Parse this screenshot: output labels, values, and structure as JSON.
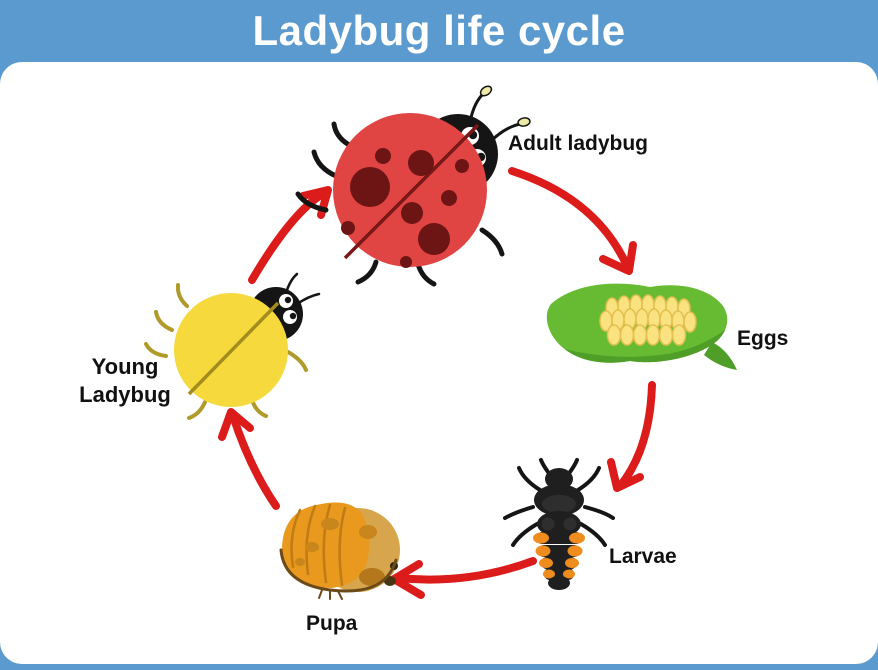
{
  "title": "Ladybug life cycle",
  "diagram": {
    "type": "cycle",
    "order": [
      "Adult ladybug",
      "Eggs",
      "Larvae",
      "Pupa",
      "Young Ladybug"
    ]
  },
  "stages": {
    "adult": {
      "label": "Adult ladybug"
    },
    "eggs": {
      "label": "Eggs"
    },
    "larvae": {
      "label": "Larvae"
    },
    "pupa": {
      "label": "Pupa"
    },
    "young": {
      "label": "Young Ladybug"
    }
  },
  "colors": {
    "header_blue": "#5b9ace",
    "panel_white": "#ffffff",
    "arrow_red": "#dc1b1b",
    "label_black": "#111111",
    "ladybug_red": "#e04543",
    "spot_dark": "#6d1414",
    "bug_black": "#151515",
    "young_yellow": "#f6d93c",
    "young_line": "#a38c1e",
    "young_leg": "#b09a2a",
    "leaf_green": "#66bb33",
    "leaf_dark": "#4e9e28",
    "egg_yellow": "#f9e27f",
    "egg_outline": "#e3bf4f",
    "pupa_orange": "#e8991e",
    "pupa_gold": "#d7a54c",
    "pupa_ridge": "#c07b12",
    "pupa_spot": "#c8861d",
    "pupa_outline": "#6b4a1a",
    "larva_black": "#1f1f1f",
    "larva_shine": "#2e2e2e",
    "larva_orange": "#ee8c1e",
    "antenna_tip": "#f0eaa8"
  }
}
